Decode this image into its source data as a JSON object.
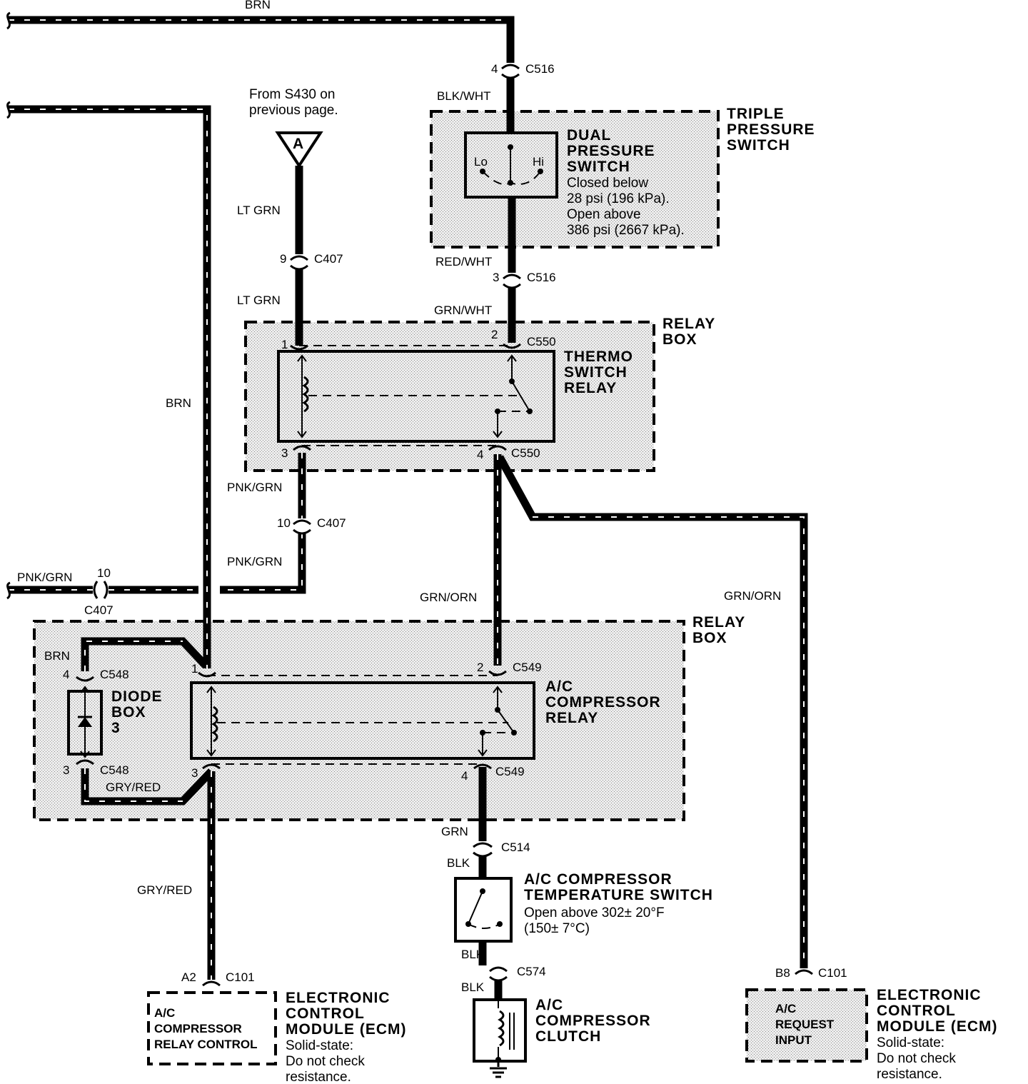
{
  "wires": {
    "brn_top": "BRN",
    "blk_wht": "BLK/WHT",
    "red_wht": "RED/WHT",
    "grn_wht": "GRN/WHT",
    "lt_grn_1": "LT GRN",
    "lt_grn_2": "LT GRN",
    "brn_left": "BRN",
    "pnk_grn_1": "PNK/GRN",
    "pnk_grn_2": "PNK/GRN",
    "pnk_grn_3": "PNK/GRN",
    "grn_orn_1": "GRN/ORN",
    "grn_orn_2": "GRN/ORN",
    "brn_diode": "BRN",
    "gry_red_diode": "GRY/RED",
    "gry_red_bottom": "GRY/RED",
    "grn": "GRN",
    "blk_1": "BLK",
    "blk_2": "BLK",
    "blk_3": "BLK"
  },
  "connectors": {
    "c516_top": {
      "pin": "4",
      "name": "C516"
    },
    "c516_bot": {
      "pin": "3",
      "name": "C516"
    },
    "c407_top": {
      "pin": "9",
      "name": "C407"
    },
    "c407_mid": {
      "pin": "10",
      "name": "C407"
    },
    "c407_left": {
      "pin": "10",
      "name": "C407"
    },
    "c550_top": {
      "pin": "2",
      "name": "C550"
    },
    "c550_bot": {
      "pin": "4",
      "name": "C550"
    },
    "c550_pin1": "1",
    "c550_pin3": "3",
    "c549_top": {
      "pin": "2",
      "name": "C549"
    },
    "c549_bot": {
      "pin": "4",
      "name": "C549"
    },
    "c548_top": {
      "pin": "4",
      "name": "C548"
    },
    "c548_bot": {
      "pin": "3",
      "name": "C548"
    },
    "relay_pin1": "1",
    "relay_pin3": "3",
    "c514": "C514",
    "c574": "C574",
    "c101_left": {
      "pin": "A2",
      "name": "C101"
    },
    "c101_right": {
      "pin": "B8",
      "name": "C101"
    }
  },
  "from_note": [
    "From S430 on",
    "previous page."
  ],
  "ref_letter": "A",
  "triple_pressure": [
    "TRIPLE",
    "PRESSURE",
    "SWITCH"
  ],
  "dual_pressure": {
    "title": [
      "DUAL",
      "PRESSURE",
      "SWITCH"
    ],
    "desc": [
      "Closed below",
      "28 psi (196 kPa).",
      "Open above",
      "386 psi (2667 kPa)."
    ],
    "lo": "Lo",
    "hi": "Hi"
  },
  "relay_box_1": [
    "RELAY",
    "BOX"
  ],
  "thermo": [
    "THERMO",
    "SWITCH",
    "RELAY"
  ],
  "relay_box_2": [
    "RELAY",
    "BOX"
  ],
  "diode": [
    "DIODE",
    "BOX",
    "3"
  ],
  "ac_relay": [
    "A/C",
    "COMPRESSOR",
    "RELAY"
  ],
  "temp_switch": {
    "title": [
      "A/C COMPRESSOR",
      "TEMPERATURE SWITCH"
    ],
    "desc": [
      "Open above 302± 20°F",
      "(150± 7°C)"
    ]
  },
  "clutch": [
    "A/C",
    "COMPRESSOR",
    "CLUTCH"
  ],
  "ecm_left": {
    "inner": [
      "A/C",
      "COMPRESSOR",
      "RELAY CONTROL"
    ],
    "title": [
      "ELECTRONIC",
      "CONTROL",
      "MODULE (ECM)"
    ],
    "desc": [
      "Solid-state:",
      "Do not check",
      "resistance."
    ]
  },
  "ecm_right": {
    "inner": [
      "A/C",
      "REQUEST",
      "INPUT"
    ],
    "title": [
      "ELECTRONIC",
      "CONTROL",
      "MODULE (ECM)"
    ],
    "desc": [
      "Solid-state:",
      "Do not check",
      "resistance."
    ]
  }
}
